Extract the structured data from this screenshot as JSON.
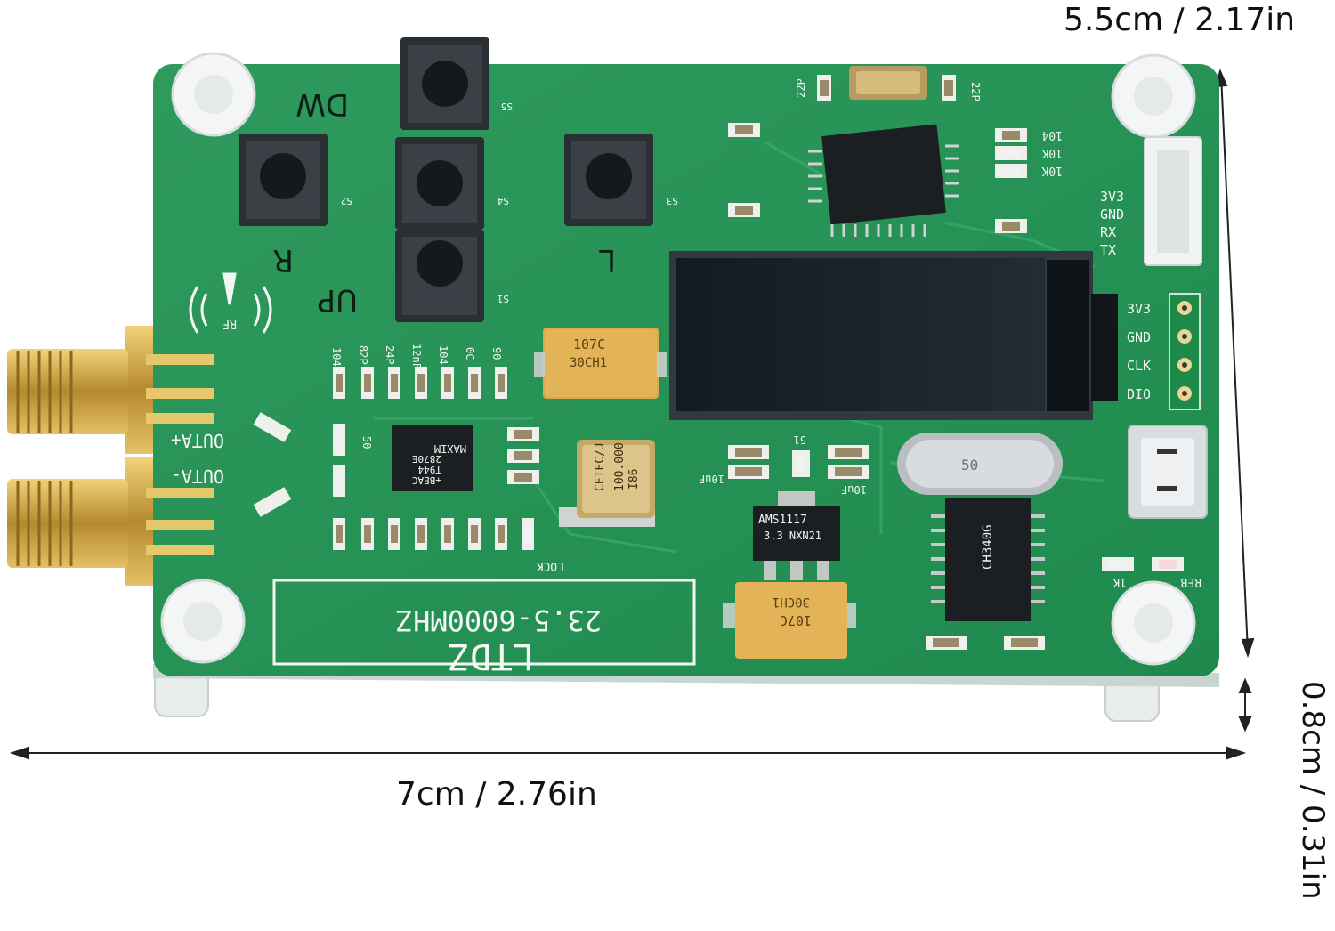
{
  "dimensions": {
    "width_top": "5.5cm / 2.17in",
    "width_bottom": "7cm / 2.76in",
    "height": "0.8cm / 0.31in"
  },
  "board": {
    "title": "LTDZ",
    "range": "23.5-6000MHZ",
    "buttons": [
      "DW",
      "R",
      "L",
      "UP"
    ],
    "switch_labels": [
      "S5",
      "S2",
      "S4",
      "S3",
      "S1"
    ],
    "outputs": [
      "OUTA+",
      "OUTA-"
    ],
    "pins_right": [
      "3V3",
      "GND",
      "CLK",
      "DIO"
    ],
    "uart_pins": [
      "3V3",
      "GND",
      "RX",
      "TX"
    ],
    "chip_maxim": [
      "MAXIM",
      "2870E",
      "T944",
      "+BEAC"
    ],
    "chip_regulator": [
      "AMS1117",
      "3.3 NXN21"
    ],
    "chip_ch340": "CH340G",
    "crystal_top": "CETEC/J",
    "crystal_freq": "100.000",
    "crystal_code": "I86",
    "cap_code": "107C",
    "cap_sub": "30CH1",
    "led_labels": [
      "LOCK",
      "REB",
      "1K"
    ],
    "rf_label": "RF",
    "passive_labels": [
      "104",
      "82P",
      "24P",
      "12nF",
      "104",
      "0C",
      "90",
      "104",
      "10K",
      "10K",
      "22P",
      "22P",
      "51",
      "10uF",
      "10uF",
      "50",
      "50"
    ]
  }
}
